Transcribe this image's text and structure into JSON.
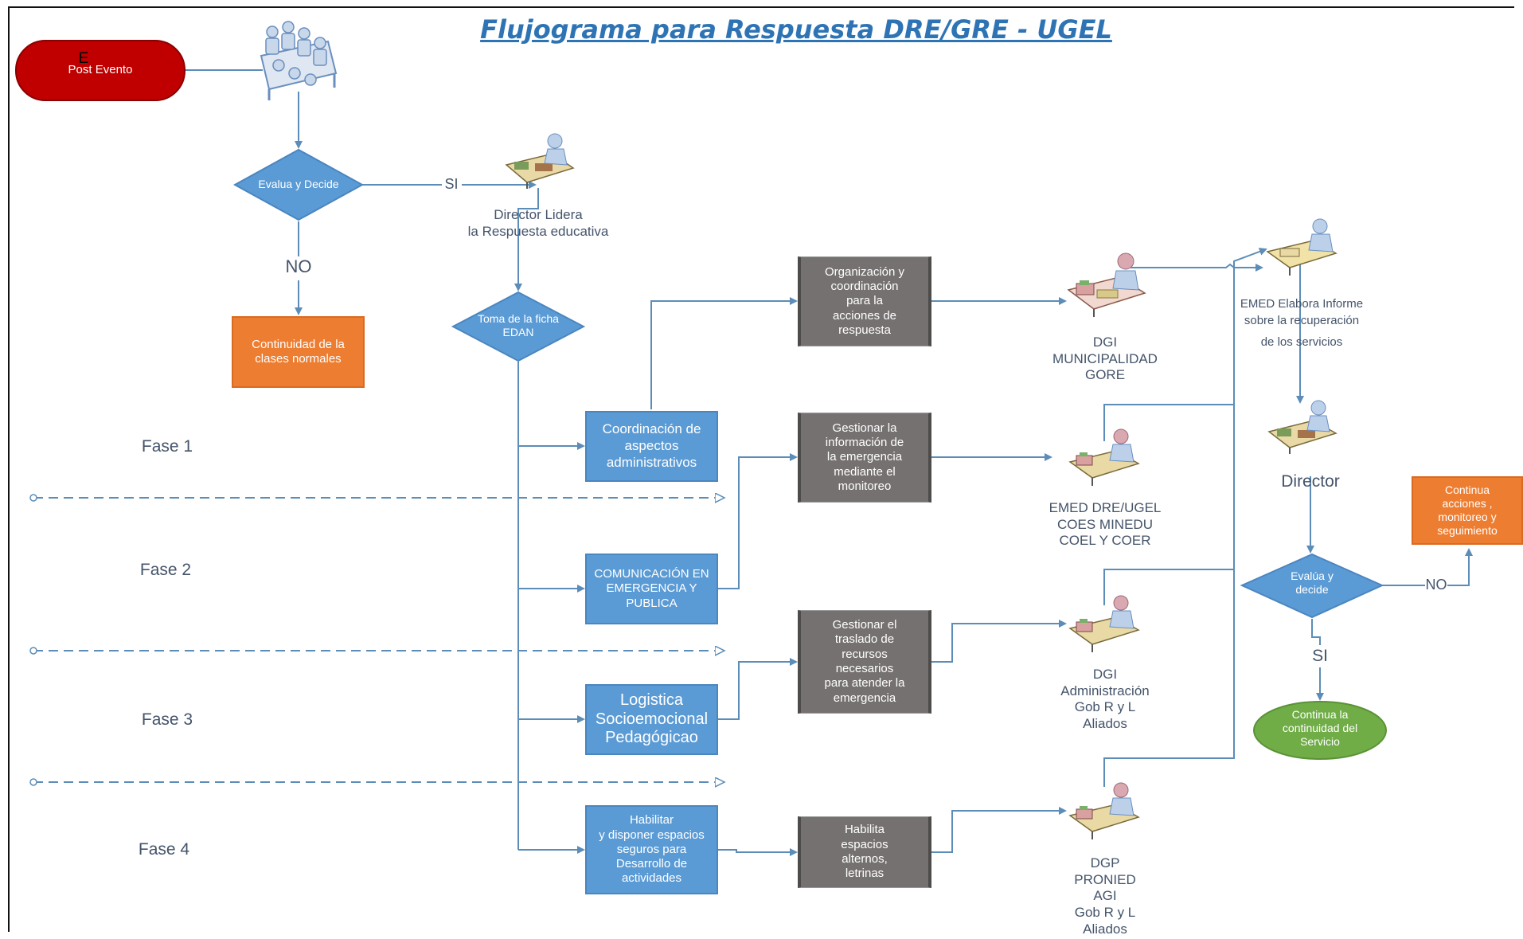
{
  "title": "Flujograma para Respuesta DRE/GRE - UGEL",
  "start": {
    "letter": "E",
    "label": "Post Evento"
  },
  "decision1": {
    "label": "Evalua y Decide",
    "yes": "SI",
    "no": "NO"
  },
  "no_result": "Continuidad de la\nclases normales",
  "director_lidera": "Director Lidera\nla Respuesta educativa",
  "edan": "Toma de la ficha\nEDAN",
  "phases": [
    "Fase 1",
    "Fase 2",
    "Fase 3",
    "Fase 4"
  ],
  "phase_boxes": [
    "Coordinación de\naspectos\nadministrativos",
    "COMUNICACIÓN EN\nEMERGENCIA Y\nPUBLICA",
    "Logistica\nSocioemocional\nPedagógicao",
    "Habilitar\ny disponer espacios\nseguros para\nDesarrollo de\nactividades"
  ],
  "action_boxes": [
    "Organización y\ncoordinación\npara la\nacciones de\nrespuesta",
    "Gestionar la\ninformación de\nla emergencia\nmediante el\nmonitoreo",
    "Gestionar el\ntraslado de\nrecursos\nnecesarios\npara atender la\nemergencia",
    "Habilita\nespacios\nalternos,\nletrinas"
  ],
  "actors": [
    "DGI\nMUNICIPALIDAD\nGORE",
    "EMED DRE/UGEL\nCOES MINEDU\nCOEL Y COER",
    "DGI\nAdministración\nGob R y L\nAliados",
    "DGP\nPRONIED\nAGI\nGob R y L\nAliados"
  ],
  "emed_informe": [
    "EMED Elabora Informe",
    "sobre la recuperación",
    "de los servicios"
  ],
  "director": "Director",
  "decision2": {
    "label": "Evalúa y\ndecide",
    "yes": "SI",
    "no": "NO"
  },
  "continua_acciones": "Continua\nacciones ,\nmonitoreo y\nseguimiento",
  "continua_servicio": "Continua la\ncontinuidad del\nServicio",
  "colors": {
    "title": "#2e74b5",
    "blue": "#5b9bd5",
    "gray": "#767171",
    "orange": "#ed7d31",
    "green": "#70ad47",
    "red": "#c00000",
    "connector": "#5b8db8",
    "text": "#44546a"
  }
}
